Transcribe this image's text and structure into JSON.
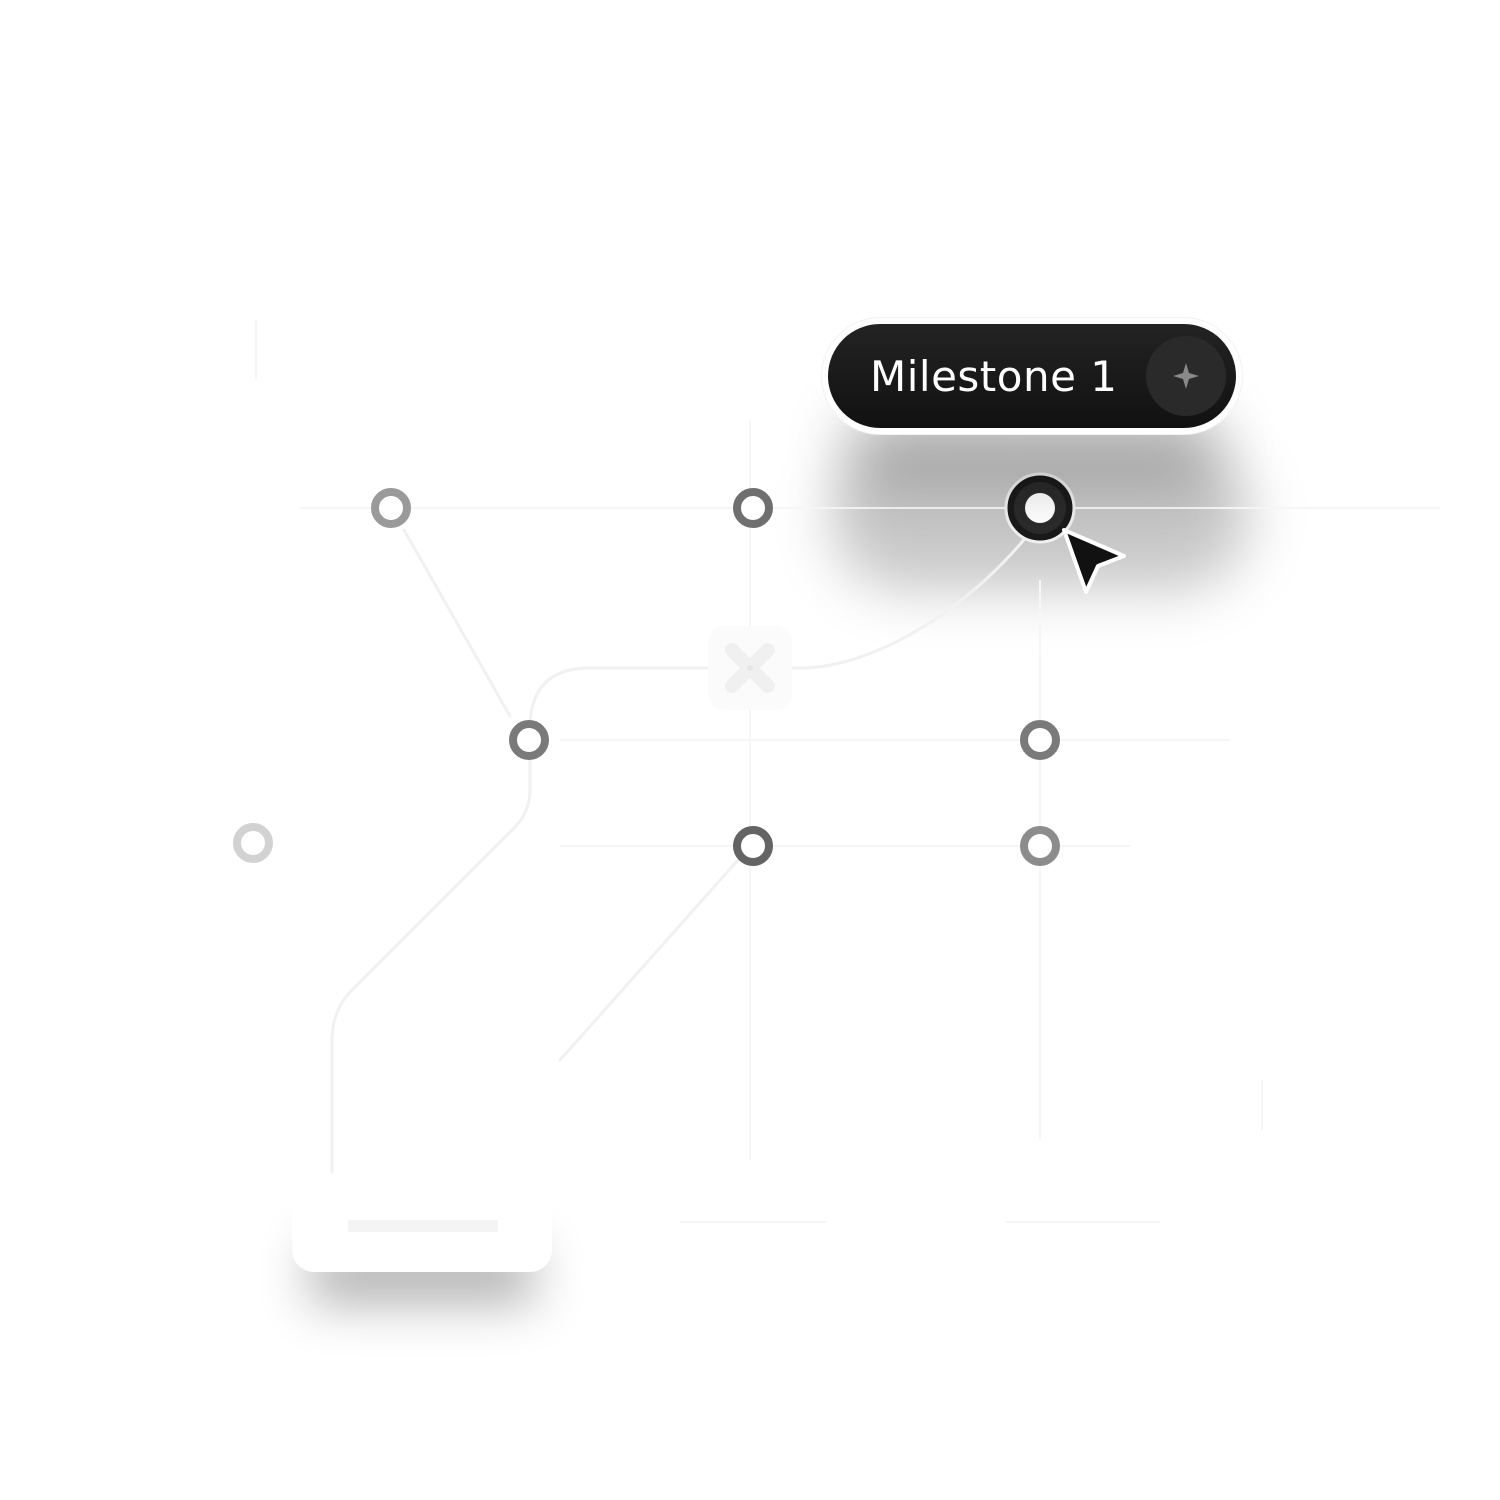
{
  "milestone": {
    "label": "Milestone 1",
    "add_icon": "sparkle-plus-icon",
    "node_state": "selected"
  },
  "cursor": {
    "icon": "pointer-cursor-icon"
  },
  "nodes": [
    {
      "id": "n1",
      "tone": "#9a9a9a"
    },
    {
      "id": "n2",
      "tone": "#6f6f6f"
    },
    {
      "id": "n3",
      "tone": "#7a7a7a"
    },
    {
      "id": "n4",
      "tone": "#7a7a7a"
    },
    {
      "id": "n5",
      "tone": "#d2d2d2"
    },
    {
      "id": "n6",
      "tone": "#646464"
    },
    {
      "id": "n7",
      "tone": "#8c8c8c"
    }
  ],
  "center_marker": {
    "icon": "close-x-icon"
  },
  "placeholder_card": {
    "label_placeholder": ""
  },
  "colors": {
    "background": "#ffffff",
    "pill": "#151515",
    "pill_text": "#ffffff",
    "connector": "#f3f3f3"
  }
}
